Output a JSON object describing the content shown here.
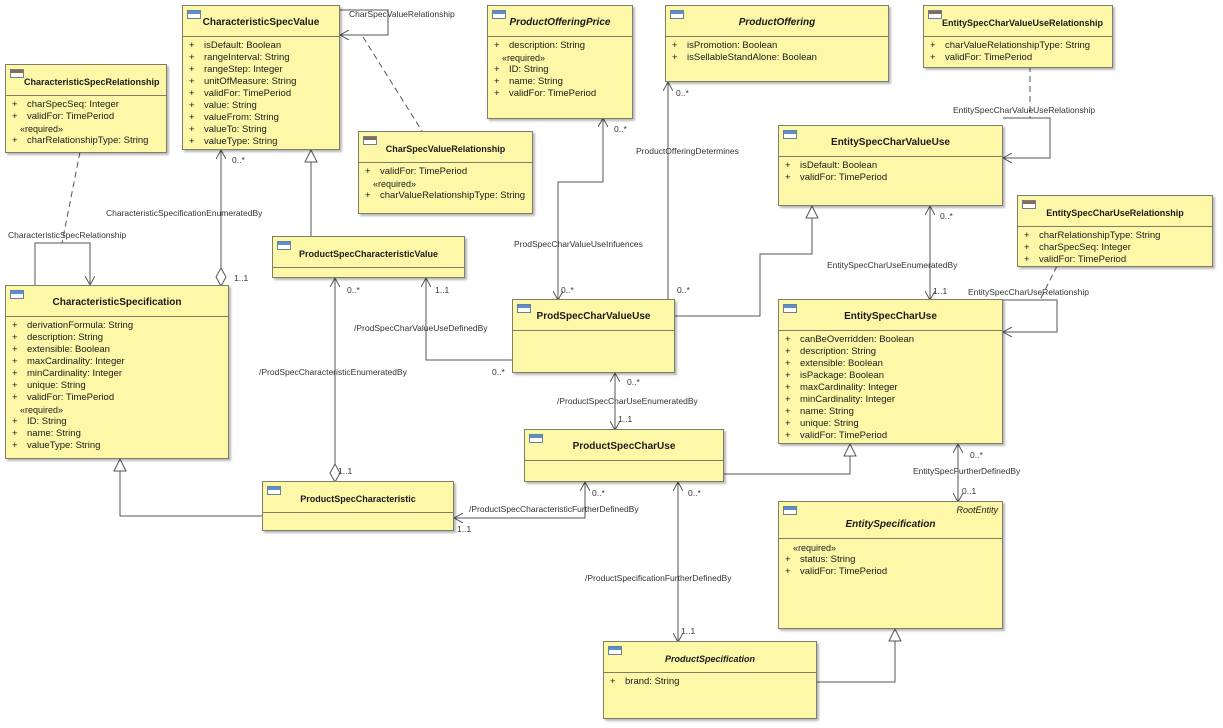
{
  "classes": {
    "char_spec_value": {
      "title": "CharacteristicSpecValue",
      "attrs": [
        {
          "vis": "+",
          "text": "isDefault: Boolean"
        },
        {
          "vis": "+",
          "text": "rangeInterval: String"
        },
        {
          "vis": "+",
          "text": "rangeStep: Integer"
        },
        {
          "vis": "+",
          "text": "unitOfMeasure: String"
        },
        {
          "vis": "+",
          "text": "validFor: TimePeriod"
        },
        {
          "vis": "+",
          "text": "value: String"
        },
        {
          "vis": "+",
          "text": "valueFrom: String"
        },
        {
          "vis": "+",
          "text": "valueTo: String"
        },
        {
          "vis": "+",
          "text": "valueType: String"
        }
      ]
    },
    "char_spec_relationship": {
      "title": "CharacteristicSpecRelationship",
      "attrs": [
        {
          "vis": "+",
          "text": "charSpecSeq: Integer"
        },
        {
          "vis": "+",
          "text": "validFor: TimePeriod"
        }
      ],
      "required": "«required»",
      "req_attrs": [
        {
          "vis": "+",
          "text": "charRelationshipType: String"
        }
      ]
    },
    "char_spec_value_relationship": {
      "title": "CharSpecValueRelationship",
      "attrs": [
        {
          "vis": "+",
          "text": "validFor: TimePeriod"
        }
      ],
      "required": "«required»",
      "req_attrs": [
        {
          "vis": "+",
          "text": "charValueRelationshipType: String"
        }
      ]
    },
    "product_offering_price": {
      "title": "ProductOfferingPrice",
      "attrs": [
        {
          "vis": "+",
          "text": "description: String"
        }
      ],
      "required": "«required»",
      "req_attrs": [
        {
          "vis": "+",
          "text": "ID: String"
        },
        {
          "vis": "+",
          "text": "name: String"
        },
        {
          "vis": "+",
          "text": "validFor: TimePeriod"
        }
      ]
    },
    "product_offering": {
      "title": "ProductOffering",
      "attrs": [
        {
          "vis": "+",
          "text": "isPromotion: Boolean"
        },
        {
          "vis": "+",
          "text": "isSellableStandAlone: Boolean"
        }
      ]
    },
    "entity_spec_char_value_use_relationship": {
      "title": "EntitySpecCharValueUseRelationship",
      "attrs": [
        {
          "vis": "+",
          "text": "charValueRelationshipType: String"
        },
        {
          "vis": "+",
          "text": "validFor: TimePeriod"
        }
      ]
    },
    "entity_spec_char_value_use": {
      "title": "EntitySpecCharValueUse",
      "attrs": [
        {
          "vis": "+",
          "text": "isDefault: Boolean"
        },
        {
          "vis": "+",
          "text": "validFor: TimePeriod"
        }
      ]
    },
    "entity_spec_char_use_relationship": {
      "title": "EntitySpecCharUseRelationship",
      "attrs": [
        {
          "vis": "+",
          "text": "charRelationshipType: String"
        },
        {
          "vis": "+",
          "text": "charSpecSeq: Integer"
        },
        {
          "vis": "+",
          "text": "validFor: TimePeriod"
        }
      ]
    },
    "product_spec_characteristic_value": {
      "title": "ProductSpecCharacteristicValue"
    },
    "characteristic_specification": {
      "title": "CharacteristicSpecification",
      "attrs": [
        {
          "vis": "+",
          "text": "derivationFormula: String"
        },
        {
          "vis": "+",
          "text": "description: String"
        },
        {
          "vis": "+",
          "text": "extensible: Boolean"
        },
        {
          "vis": "+",
          "text": "maxCardinality: Integer"
        },
        {
          "vis": "+",
          "text": "minCardinality: Integer"
        },
        {
          "vis": "+",
          "text": "unique: String"
        },
        {
          "vis": "+",
          "text": "validFor: TimePeriod"
        }
      ],
      "required": "«required»",
      "req_attrs": [
        {
          "vis": "+",
          "text": "ID: String"
        },
        {
          "vis": "+",
          "text": "name: String"
        },
        {
          "vis": "+",
          "text": "valueType: String"
        }
      ]
    },
    "prod_spec_char_value_use": {
      "title": "ProdSpecCharValueUse"
    },
    "entity_spec_char_use": {
      "title": "EntitySpecCharUse",
      "attrs": [
        {
          "vis": "+",
          "text": "canBeOverridden: Boolean"
        },
        {
          "vis": "+",
          "text": "description: String"
        },
        {
          "vis": "+",
          "text": "extensible: Boolean"
        },
        {
          "vis": "+",
          "text": "isPackage: Boolean"
        },
        {
          "vis": "+",
          "text": "maxCardinality: Integer"
        },
        {
          "vis": "+",
          "text": "minCardinality: Integer"
        },
        {
          "vis": "+",
          "text": "name: String"
        },
        {
          "vis": "+",
          "text": "unique: String"
        },
        {
          "vis": "+",
          "text": "validFor: TimePeriod"
        }
      ]
    },
    "product_spec_char_use": {
      "title": "ProductSpecCharUse"
    },
    "product_spec_characteristic": {
      "title": "ProductSpecCharacteristic"
    },
    "entity_specification": {
      "title": "EntitySpecification",
      "stereotype": "RootEntity",
      "required": "«required»",
      "req_attrs": [
        {
          "vis": "+",
          "text": "status: String"
        },
        {
          "vis": "+",
          "text": "validFor: TimePeriod"
        }
      ]
    },
    "product_specification": {
      "title": "ProductSpecification",
      "attrs": [
        {
          "vis": "+",
          "text": "brand: String"
        }
      ]
    }
  },
  "labels": {
    "char_spec_value_relationship_assoc": "CharSpecValueRelationship",
    "char_spec_enumerated_by": "CharacteristicSpecificationEnumeratedBy",
    "char_spec_relationship_assoc": "CharacteristicSpecRelationship",
    "prod_spec_char_value_use_influences": "ProdSpecCharValueUseInfuences",
    "product_offering_determines": "ProductOfferingDetermines",
    "entity_spec_char_value_use_relationship_assoc": "EntitySpecCharValueUseRelationship",
    "entity_spec_char_use_enumerated_by": "EntitySpecCharUseEnumeratedBy",
    "entity_spec_char_use_relationship_assoc": "EntitySpecCharUseRelationship",
    "prod_spec_char_value_use_defined_by": "/ProdSpecCharValueUseDefinedBy",
    "prod_spec_characteristic_enumerated_by": "/ProdSpecCharacteristicEnumeratedBy",
    "product_spec_char_use_enumerated_by": "/ProductSpecCharUseEnumeratedBy",
    "entity_spec_further_defined_by": "EntitySpecFurtherDefinedBy",
    "prod_spec_characteristic_further_defined_by": "/ProductSpecCharacteristicFurtherDefinedBy",
    "product_specification_further_defined_by": "/ProductSpecificationFurtherDefinedBy"
  },
  "multiplicities": {
    "csv_zero_many": "0..*",
    "cs_one_one": "1..1",
    "pop_zero_many": "0..*",
    "po_zero_many": "0..*",
    "pscv_zero_many": "0..*",
    "pscv_one_one": "1..1",
    "escvu_zero_many": "0..*",
    "escu_one_one": "1..1",
    "pscvu_left_zero_many": "0..*",
    "pscvu_top_zero_many": "0..*",
    "pscvu_top_zero_many_2": "0..*",
    "pscvu_bottom_zero_many": "0..*",
    "pscu_one_one": "1..1",
    "psc_one_one": "1..1",
    "psc_right_one_one": "1..1",
    "pscu_zero_many": "0..*",
    "pscu_zero_many_2": "0..*",
    "escu_bottom_zero_many": "0..*",
    "es_zero_one": "0..1",
    "ps_one_one": "1..1"
  }
}
